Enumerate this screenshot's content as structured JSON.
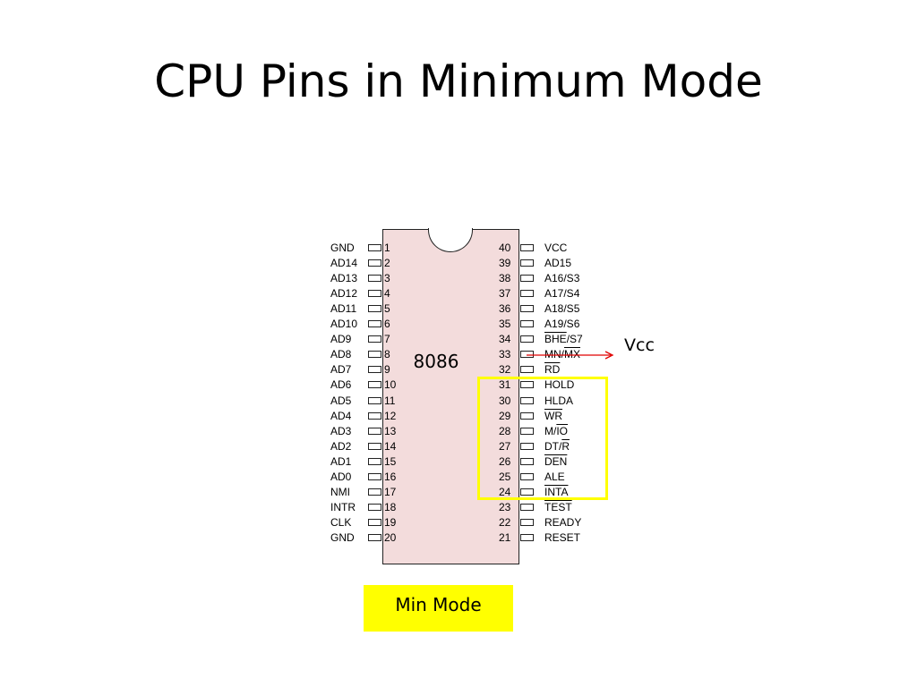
{
  "slide": {
    "title": "CPU Pins in Minimum Mode"
  },
  "chip": {
    "label": "8086"
  },
  "pins_left": [
    {
      "num": "1",
      "name": "GND"
    },
    {
      "num": "2",
      "name": "AD14"
    },
    {
      "num": "3",
      "name": "AD13"
    },
    {
      "num": "4",
      "name": "AD12"
    },
    {
      "num": "5",
      "name": "AD11"
    },
    {
      "num": "6",
      "name": "AD10"
    },
    {
      "num": "7",
      "name": "AD9"
    },
    {
      "num": "8",
      "name": "AD8"
    },
    {
      "num": "9",
      "name": "AD7"
    },
    {
      "num": "10",
      "name": "AD6"
    },
    {
      "num": "11",
      "name": "AD5"
    },
    {
      "num": "12",
      "name": "AD4"
    },
    {
      "num": "13",
      "name": "AD3"
    },
    {
      "num": "14",
      "name": "AD2"
    },
    {
      "num": "15",
      "name": "AD1"
    },
    {
      "num": "16",
      "name": "AD0"
    },
    {
      "num": "17",
      "name": "NMI"
    },
    {
      "num": "18",
      "name": "INTR"
    },
    {
      "num": "19",
      "name": "CLK"
    },
    {
      "num": "20",
      "name": "GND"
    }
  ],
  "pins_right": [
    {
      "num": "40",
      "name": "VCC"
    },
    {
      "num": "39",
      "name": "AD15"
    },
    {
      "num": "38",
      "name": "A16/S3"
    },
    {
      "num": "37",
      "name": "A17/S4"
    },
    {
      "num": "36",
      "name": "A18/S5"
    },
    {
      "num": "35",
      "name": "A19/S6"
    },
    {
      "num": "34",
      "name": "BHE/S7"
    },
    {
      "num": "33",
      "name": "MN/MX"
    },
    {
      "num": "32",
      "name": "RD"
    },
    {
      "num": "31",
      "name": "HOLD"
    },
    {
      "num": "30",
      "name": "HLDA"
    },
    {
      "num": "29",
      "name": "WR"
    },
    {
      "num": "28",
      "name": "M/IO"
    },
    {
      "num": "27",
      "name": "DT/R"
    },
    {
      "num": "26",
      "name": "DEN"
    },
    {
      "num": "25",
      "name": "ALE"
    },
    {
      "num": "24",
      "name": "INTA"
    },
    {
      "num": "23",
      "name": "TEST"
    },
    {
      "num": "22",
      "name": "READY"
    },
    {
      "num": "21",
      "name": "RESET"
    }
  ],
  "vcc_label": "Vcc",
  "mode_label": "Min Mode",
  "colors": {
    "chip_fill": "#f3dcdc",
    "highlight": "#ffff00",
    "arrow": "#e00000"
  }
}
